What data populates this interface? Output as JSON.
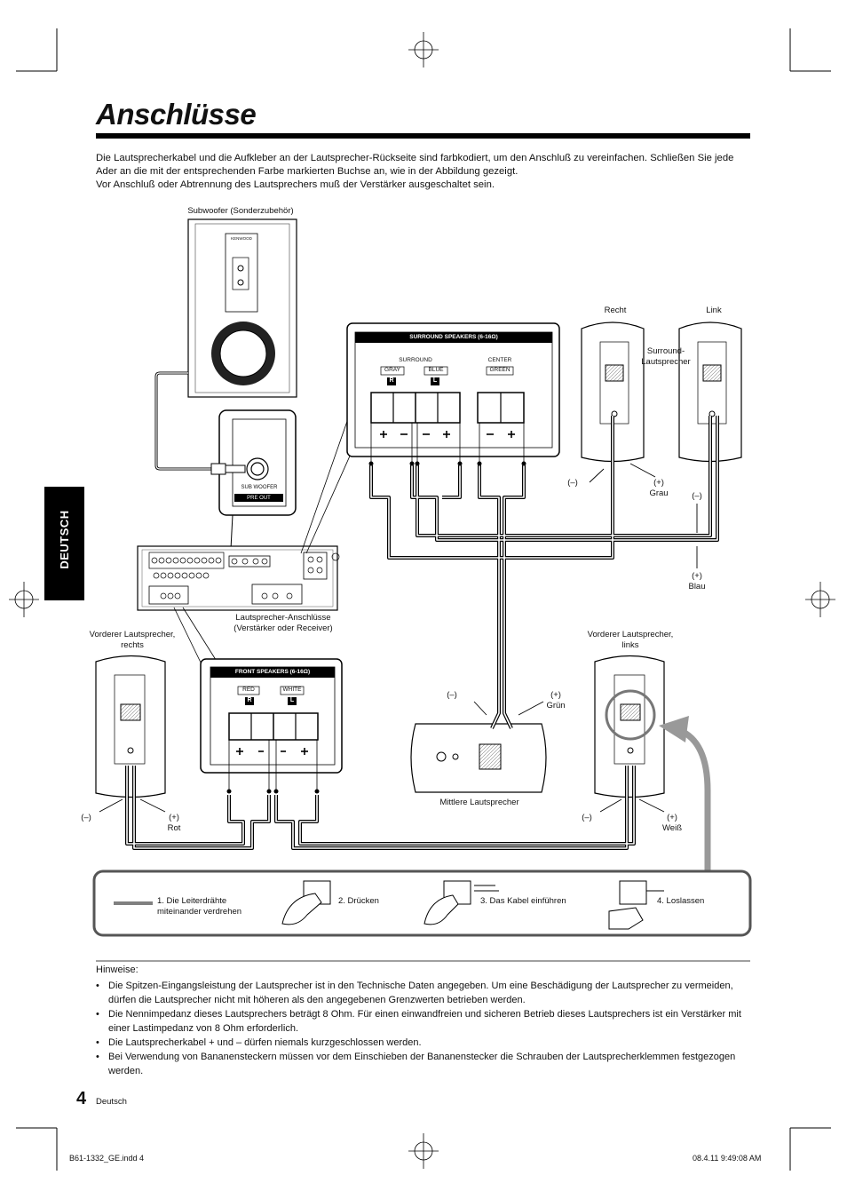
{
  "page": {
    "title": "Anschlüsse",
    "intro": [
      "Die Lautsprecherkabel und die Aufkleber an der Lautsprecher-Rückseite sind farbkodiert, um den Anschluß zu vereinfachen. Schließen Sie jede Ader an die mit der entsprechenden Farbe markierten Buchse an, wie in der Abbildung gezeigt.",
      "Vor Anschluß oder Abtrennung des Lautsprechers muß der Verstärker ausgeschaltet sein."
    ],
    "side_tab": "DEUTSCH"
  },
  "diagram": {
    "subwoofer_label": "Subwoofer (Sonderzubehör)",
    "subwoofer_brand": "KENWOOD",
    "sub_woofer_jack": "SUB WOOFER",
    "pre_out": "PRE OUT",
    "surround_panel": {
      "title": "SURROUND SPEAKERS (6-16Ω)",
      "surround": "SURROUND",
      "center": "CENTER",
      "gray": "GRAY",
      "blue": "BLUE",
      "green": "GREEN",
      "r": "R",
      "l": "L"
    },
    "front_panel": {
      "title": "FRONT SPEAKERS (6-16Ω)",
      "red": "RED",
      "white": "WHITE",
      "r": "R",
      "l": "L"
    },
    "labels": {
      "recht": "Recht",
      "link": "Link",
      "surround_lautsprecher": "Surround-\nLautsprecher",
      "minus_1": "(–)",
      "plus_grau": "(+)\nGrau",
      "minus_2": "(–)",
      "plus_blau": "(+)\nBlau",
      "lautsprecher_anschluesse": "Lautsprecher-Anschlüsse\n(Verstärker oder Receiver)",
      "vorderer_rechts": "Vorderer Lautsprecher,\nrechts",
      "vorderer_links": "Vorderer Lautsprecher,\nlinks",
      "minus_gruen": "(–)",
      "plus_gruen": "(+)\nGrün",
      "mittlere": "Mittlere Lautsprecher",
      "minus_rot": "(–)",
      "plus_rot": "(+)\nRot",
      "minus_weiss": "(–)",
      "plus_weiss": "(+)\nWeiß"
    },
    "steps": [
      "1.  Die Leiterdrähte\n      miteinander verdrehen",
      "2. Drücken",
      "3.  Das Kabel einführen",
      "4. Loslassen"
    ]
  },
  "notes": {
    "heading": "Hinweise:",
    "items": [
      "Die Spitzen-Eingangsleistung der Lautsprecher ist in den Technische Daten angegeben. Um eine Beschädigung der Lautsprecher zu vermeiden, dürfen die Lautsprecher nicht mit höheren als den angegebenen Grenzwerten betrieben werden.",
      "Die Nennimpedanz dieses Lautsprechers beträgt 8 Ohm. Für einen einwandfreien und sicheren Betrieb dieses Lautsprechers ist ein Verstärker mit einer Lastimpedanz von 8 Ohm erforderlich.",
      "Die Lautsprecherkabel + und – dürfen niemals kurzgeschlossen werden.",
      "Bei Verwendung von Bananensteckern müssen vor dem Einschieben der Bananenstecker die Schrauben der Lautsprecherklemmen festgezogen werden."
    ]
  },
  "footer": {
    "page_number": "4",
    "page_language": "Deutsch",
    "file": "B61-1332_GE.indd   4",
    "timestamp": "08.4.11   9:49:08 AM"
  }
}
